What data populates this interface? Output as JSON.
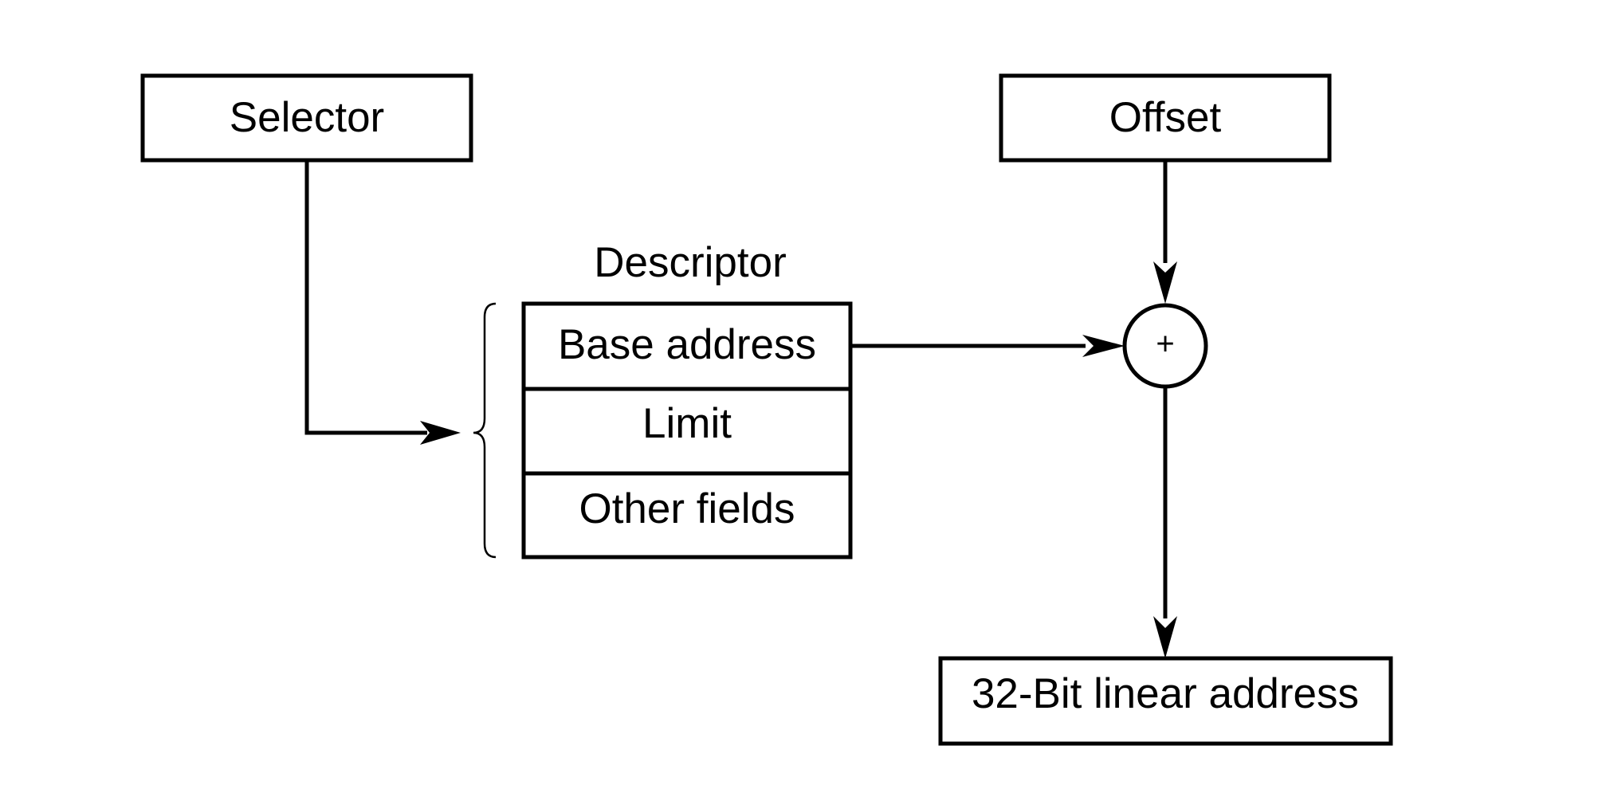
{
  "selector": {
    "label": "Selector"
  },
  "offset": {
    "label": "Offset"
  },
  "descriptor": {
    "title": "Descriptor",
    "fields": [
      "Base address",
      "Limit",
      "Other fields"
    ]
  },
  "adder": {
    "symbol": "+"
  },
  "result": {
    "label": "32-Bit linear address"
  }
}
